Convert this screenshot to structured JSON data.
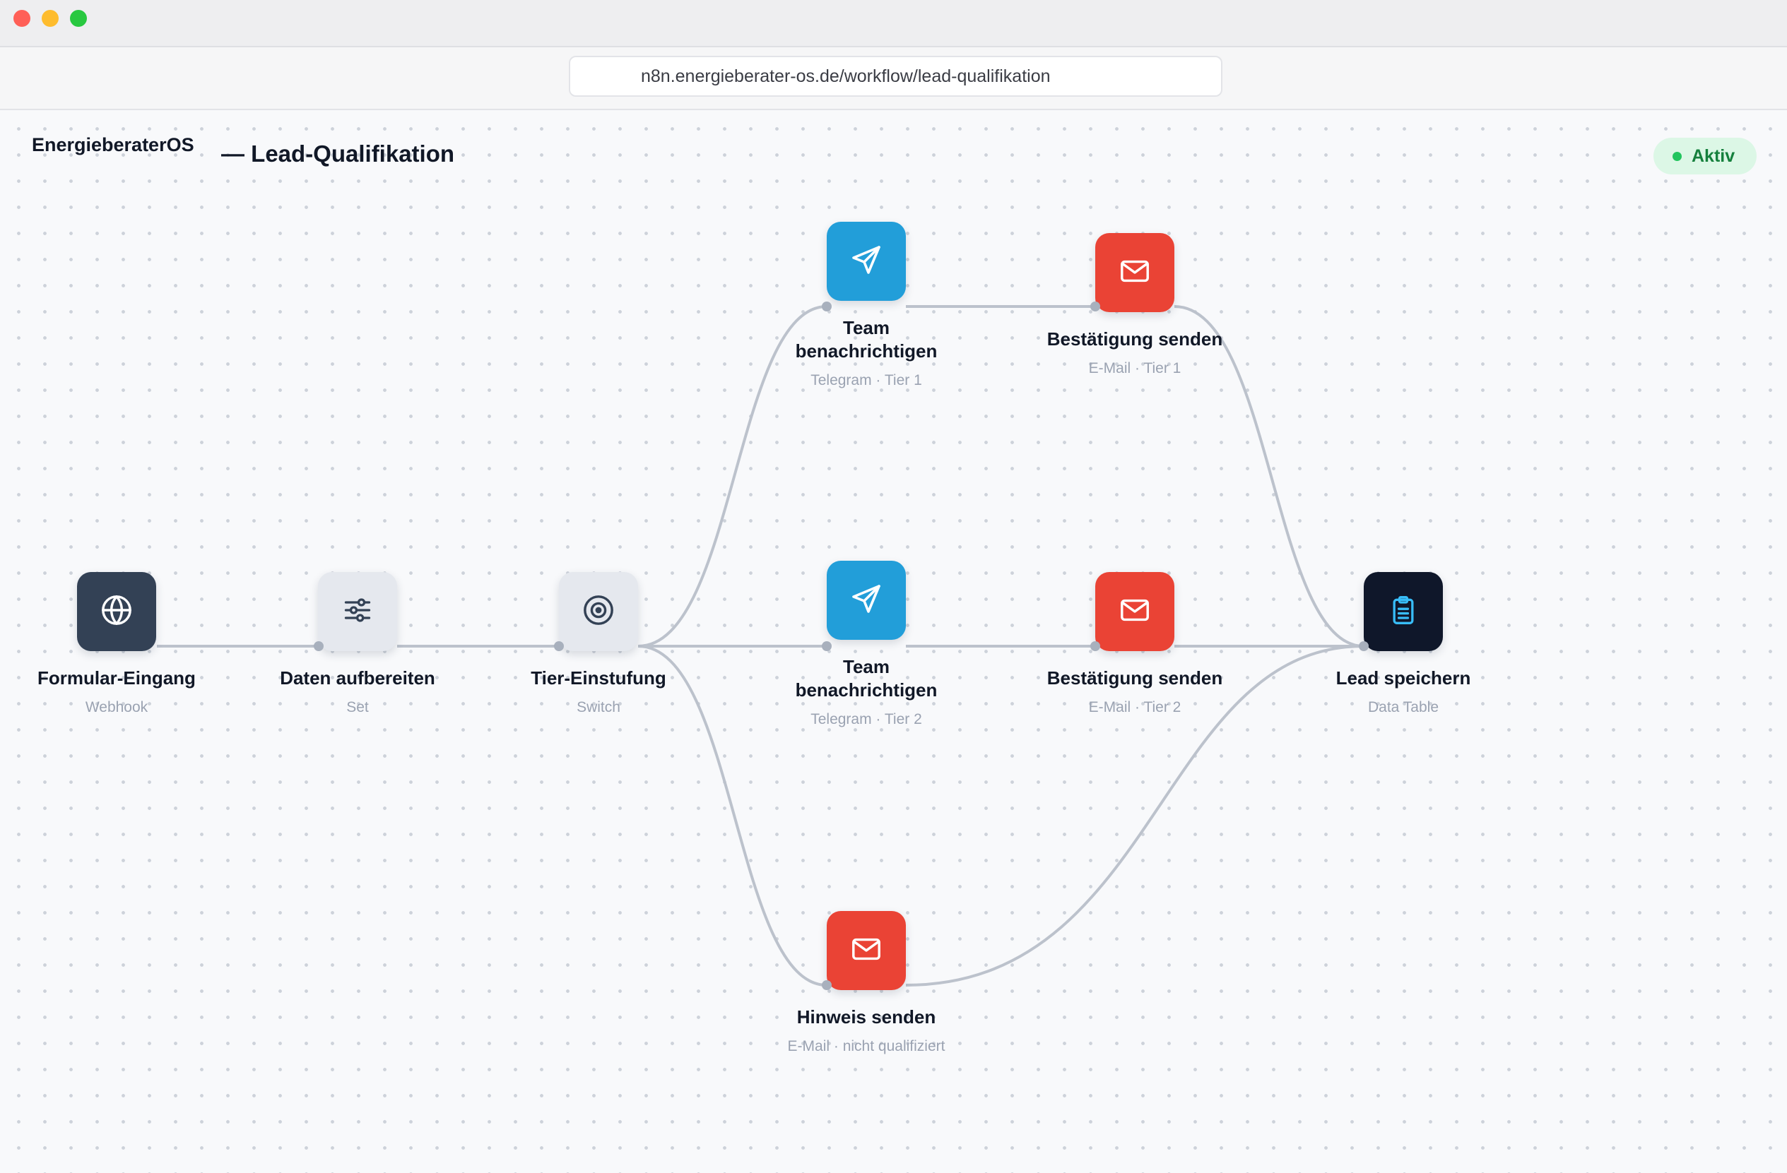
{
  "browser": {
    "url": "n8n.energieberater-os.de/workflow/lead-qualifikation",
    "traffic_lights": {
      "close": "#ff5f57",
      "minimize": "#febc2e",
      "maximize": "#28c840"
    }
  },
  "header": {
    "brand": "EnergieberaterOS",
    "workflow_title": "— Lead-Qualifikation",
    "status": "Aktiv",
    "status_color": "#22c55e"
  },
  "nodes": [
    {
      "id": "formular",
      "label": "Formular-Eingang",
      "sub": "Webhook",
      "icon": "globe-icon",
      "color": "#334155"
    },
    {
      "id": "daten",
      "label": "Daten aufbereiten",
      "sub": "Set",
      "icon": "sliders-icon",
      "color": "#e5e8ee"
    },
    {
      "id": "tier",
      "label": "Tier-Einstufung",
      "sub": "Switch",
      "icon": "target-icon",
      "color": "#e5e8ee"
    },
    {
      "id": "team1",
      "label": "Team benachrichtigen",
      "sub": "Telegram · Tier 1",
      "icon": "send-icon",
      "color": "#229ed9"
    },
    {
      "id": "mail1",
      "label": "Bestätigung senden",
      "sub": "E-Mail · Tier 1",
      "icon": "mail-icon",
      "color": "#ea4335"
    },
    {
      "id": "team2",
      "label": "Team benachrichtigen",
      "sub": "Telegram · Tier 2",
      "icon": "send-icon",
      "color": "#229ed9"
    },
    {
      "id": "mail2",
      "label": "Bestätigung senden",
      "sub": "E-Mail · Tier 2",
      "icon": "mail-icon",
      "color": "#ea4335"
    },
    {
      "id": "hinweis",
      "label": "Hinweis senden",
      "sub": "E-Mail · nicht qualifiziert",
      "icon": "mail-icon",
      "color": "#ea4335"
    },
    {
      "id": "lead",
      "label": "Lead speichern",
      "sub": "Data Table",
      "icon": "clipboard-icon",
      "color": "#0f172a"
    }
  ]
}
